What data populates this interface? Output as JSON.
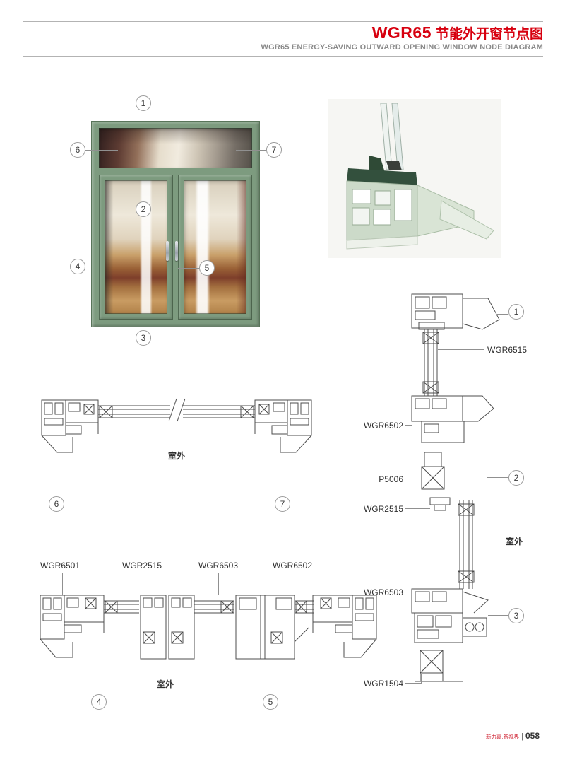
{
  "header": {
    "model": "WGR65",
    "title": "节能外开窗节点图",
    "subtitle": "WGR65 ENERGY-SAVING OUTWARD OPENING WINDOW NODE DIAGRAM"
  },
  "callouts": {
    "c1": "1",
    "c2": "2",
    "c3": "3",
    "c4": "4",
    "c5": "5",
    "c6": "6",
    "c7": "7"
  },
  "labels": {
    "outdoor": "室外",
    "wgr6501": "WGR6501",
    "wgr6502": "WGR6502",
    "wgr6503": "WGR6503",
    "wgr6515": "WGR6515",
    "wgr2515": "WGR2515",
    "wgr1504": "WGR1504",
    "p5006": "P5006"
  },
  "footer": {
    "brand": "新力嘉.新视界",
    "page": "058"
  },
  "colors": {
    "accent": "#d7000f",
    "frame_green": "#7d9b7f",
    "profile_mint": "#ccdac9"
  }
}
